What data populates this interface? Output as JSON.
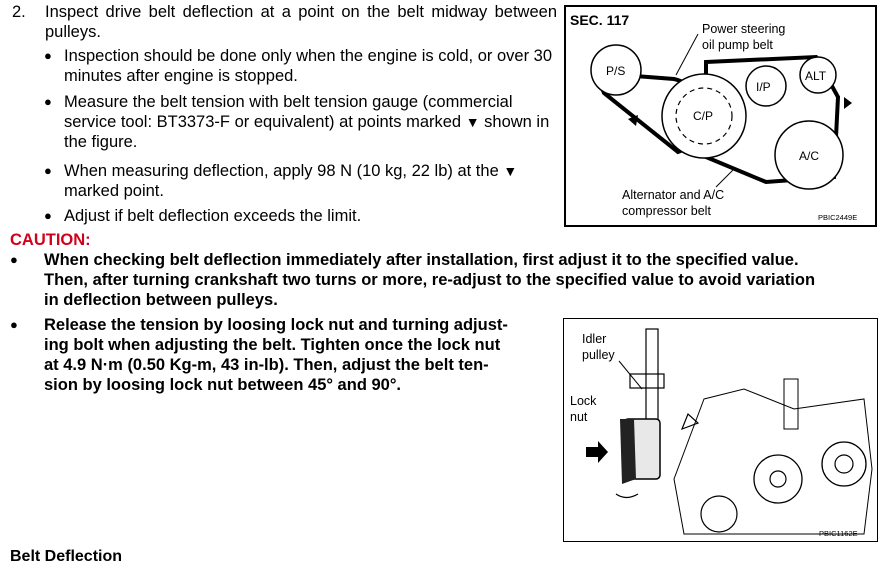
{
  "step": {
    "number": "2.",
    "text": "Inspect drive belt deflection at a point on the belt midway between pulleys."
  },
  "bullets": [
    {
      "text": "Inspection should be done only when the engine is cold, or over 30 minutes after engine is stopped."
    },
    {
      "text_a": "Measure the belt tension with belt tension gauge (commercial service tool: BT3373-F or equivalent) at points marked",
      "mark": "▼",
      "text_b": "shown in the figure."
    },
    {
      "text_a": "When measuring deflection, apply 98 N (10 kg, 22 lb) at the",
      "mark": "▼",
      "text_b": "marked point."
    },
    {
      "text": "Adjust if belt deflection exceeds the limit."
    }
  ],
  "caution": {
    "label": "CAUTION:",
    "items": [
      {
        "line1": "When checking belt deflection immediately after installation, first adjust it to the specified value.",
        "line2": "Then, after turning crankshaft two turns or more, re-adjust to the specified value to avoid variation",
        "line3": "in deflection between pulleys."
      },
      {
        "line1": "Release the tension by loosing lock nut and turning adjust-",
        "line2": "ing bolt when adjusting the belt. Tighten once the lock nut",
        "line3": "at 4.9 N·m (0.50 Kg-m, 43 in-lb). Then, adjust the belt ten-",
        "line4": "sion by loosing lock nut between 45° and 90°."
      }
    ]
  },
  "figure1": {
    "sec": "SEC. 117",
    "ps_label": "Power steering",
    "ps_label2": "oil pump belt",
    "pulleys": [
      "P/S",
      "C/P",
      "I/P",
      "ALT",
      "A/C"
    ],
    "alt_label": "Alternator and A/C",
    "alt_label2": "compressor belt",
    "code": "PBIC2449E"
  },
  "figure2": {
    "idler": "Idler",
    "idler2": "pulley",
    "lock": "Lock",
    "lock2": "nut",
    "code": "PBIC1162E"
  },
  "bottom_heading": "Belt Deflection"
}
